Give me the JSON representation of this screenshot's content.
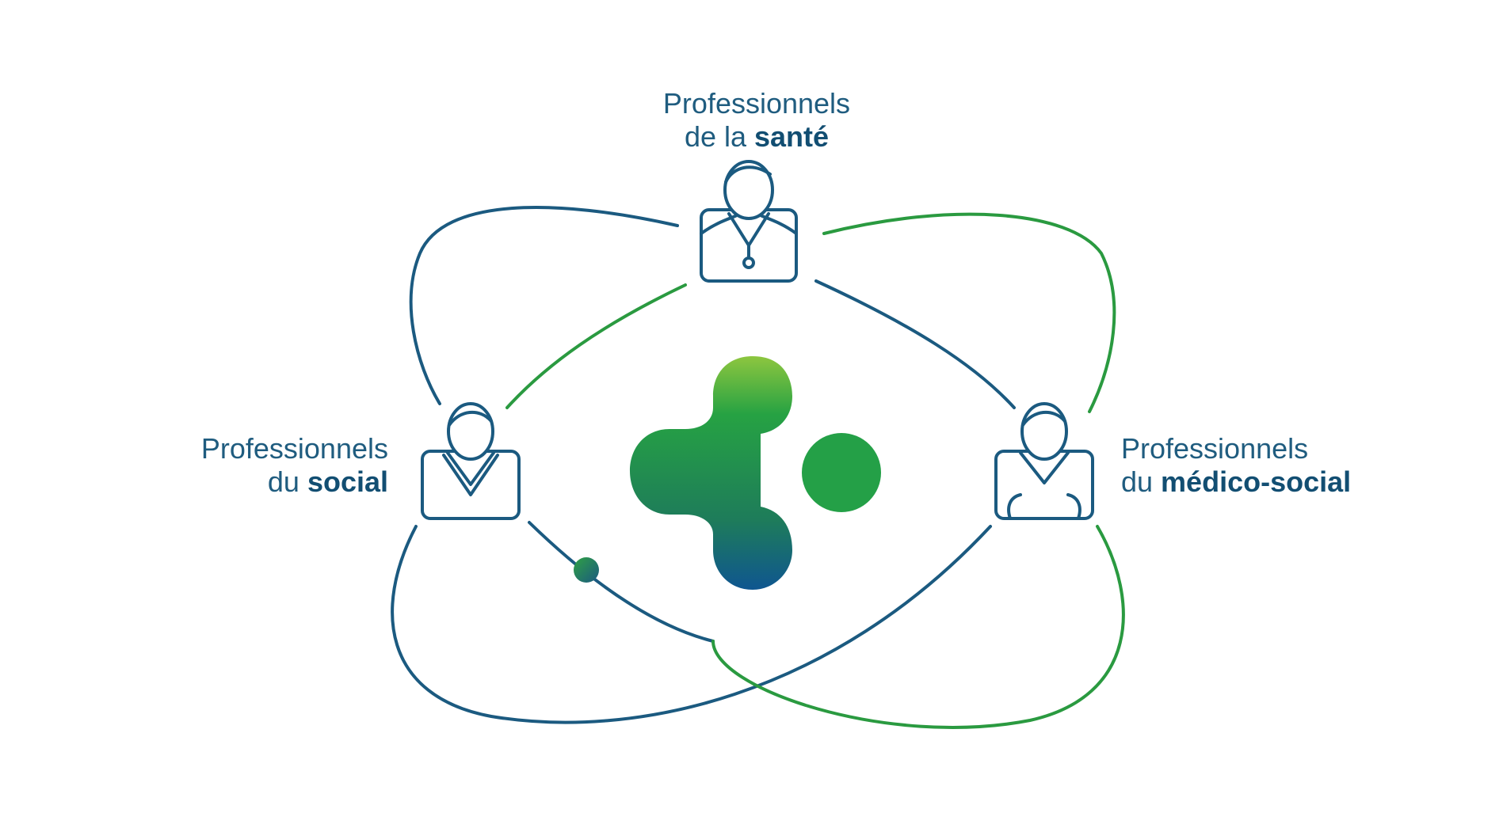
{
  "nodes": {
    "sante": {
      "line1": "Professionnels",
      "line2_prefix": "de la ",
      "line2_bold": "santé"
    },
    "social": {
      "line1": "Professionnels",
      "line2_prefix": "du ",
      "line2_bold": "social"
    },
    "medico": {
      "line1": "Professionnels",
      "line2_prefix": "du ",
      "line2_bold": "médico-social"
    }
  },
  "colors": {
    "blue": "#1b5a80",
    "green": "#2a9a40",
    "green_light": "#8dc63f",
    "text": "#1f5c7f"
  },
  "icons": [
    "doctor-icon",
    "social-worker-icon",
    "medico-social-worker-icon",
    "center-logo-icon"
  ]
}
